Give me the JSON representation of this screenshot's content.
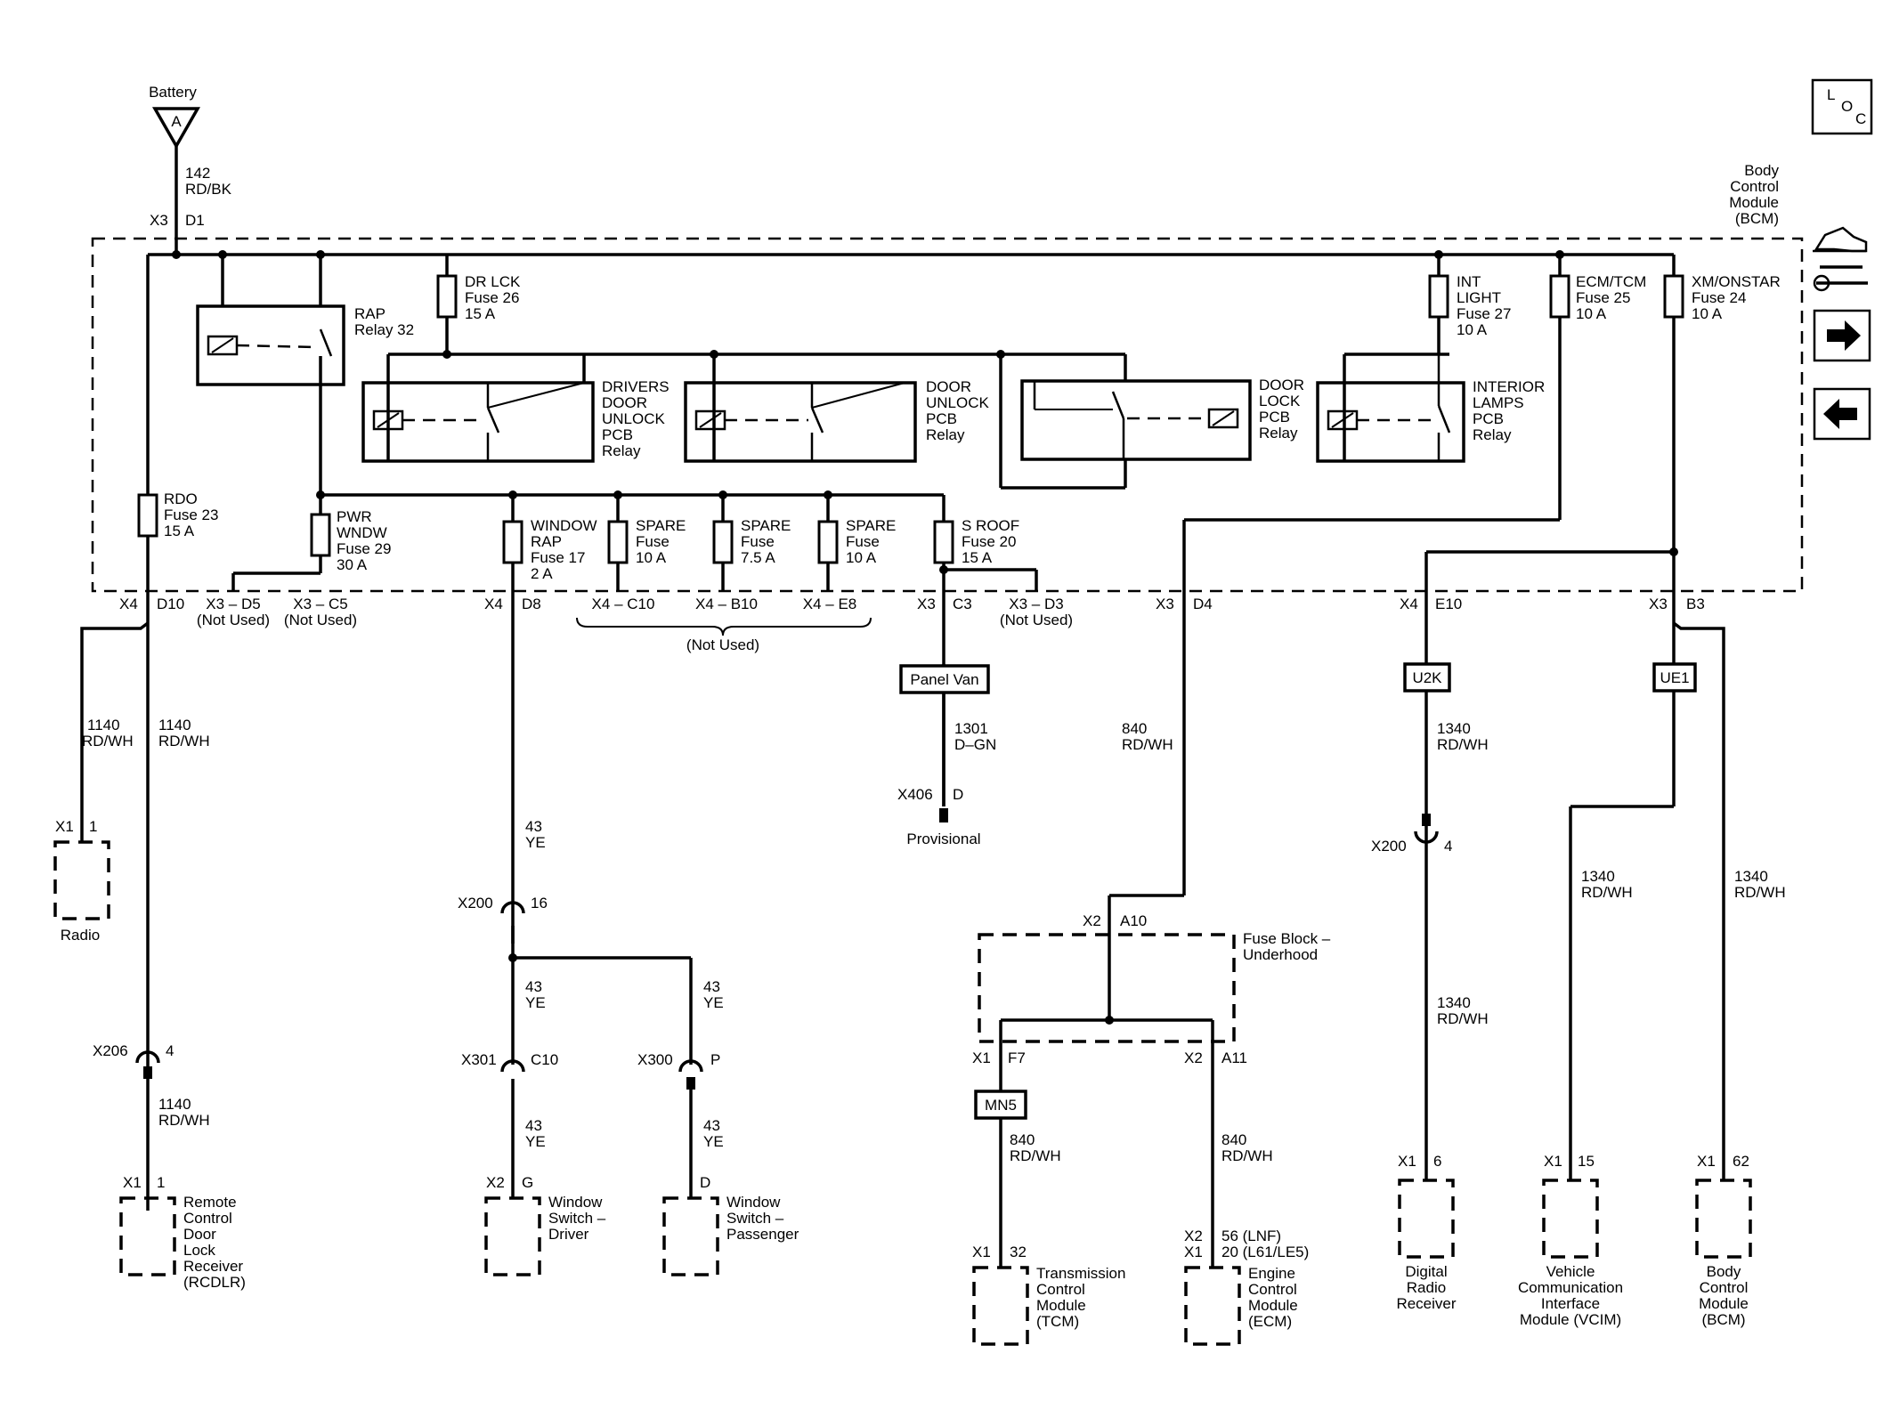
{
  "battery": {
    "label": "Battery",
    "letter": "A",
    "wire_num": "142",
    "wire_color": "RD/BK",
    "conn": "X3",
    "pin": "D1"
  },
  "bcm_title": [
    "Body",
    "Control",
    "Module",
    "(BCM)"
  ],
  "loc": {
    "l": "L",
    "o": "O",
    "c": "C"
  },
  "rap_relay": [
    "RAP",
    "Relay 32"
  ],
  "fuses": {
    "dr_lck": [
      "DR LCK",
      "Fuse 26",
      "15 A"
    ],
    "int_light": [
      "INT",
      "LIGHT",
      "Fuse 27",
      "10 A"
    ],
    "ecm_tcm": [
      "ECM/TCM",
      "Fuse 25",
      "10 A"
    ],
    "xm_onstar": [
      "XM/ONSTAR",
      "Fuse 24",
      "10 A"
    ],
    "rdo": [
      "RDO",
      "Fuse 23",
      "15 A"
    ],
    "pwr_wndw": [
      "PWR",
      "WNDW",
      "Fuse 29",
      "30 A"
    ],
    "window_rap": [
      "WINDOW",
      "RAP",
      "Fuse 17",
      "2 A"
    ],
    "spare1": [
      "SPARE",
      "Fuse",
      "10 A"
    ],
    "spare2": [
      "SPARE",
      "Fuse",
      "7.5 A"
    ],
    "spare3": [
      "SPARE",
      "Fuse",
      "10 A"
    ],
    "s_roof": [
      "S ROOF",
      "Fuse 20",
      "15 A"
    ]
  },
  "relays": {
    "drivers_unlock": [
      "DRIVERS",
      "DOOR",
      "UNLOCK",
      "PCB",
      "Relay"
    ],
    "door_unlock": [
      "DOOR",
      "UNLOCK",
      "PCB",
      "Relay"
    ],
    "door_lock": [
      "DOOR",
      "LOCK",
      "PCB",
      "Relay"
    ],
    "interior_lamps": [
      "INTERIOR",
      "LAMPS",
      "PCB",
      "Relay"
    ]
  },
  "bcm_pins": {
    "x4_d10": [
      "X4",
      "D10"
    ],
    "x3_d5": [
      "X3 – D5",
      "(Not Used)"
    ],
    "x3_c5": [
      "X3 – C5",
      "(Not Used)"
    ],
    "x4_d8": [
      "X4",
      "D8"
    ],
    "x4_c10": "X4 – C10",
    "x4_b10": "X4 – B10",
    "x4_e8": "X4 – E8",
    "spare_not_used": "(Not Used)",
    "x3_c3": [
      "X3",
      "C3"
    ],
    "x3_d3": [
      "X3 – D3",
      "(Not Used)"
    ],
    "x3_d4": [
      "X3",
      "D4"
    ],
    "x4_e10": [
      "X4",
      "E10"
    ],
    "x3_b3": [
      "X3",
      "B3"
    ]
  },
  "options": {
    "panel_van": "Panel Van",
    "u2k": "U2K",
    "ue1": "UE1",
    "mn5": "MN5"
  },
  "wires": {
    "w1140a": [
      "1140",
      "RD/WH"
    ],
    "w1140b": [
      "1140",
      "RD/WH"
    ],
    "w1140c": [
      "1140",
      "RD/WH"
    ],
    "w43a": [
      "43",
      "YE"
    ],
    "w43b": [
      "43",
      "YE"
    ],
    "w43c": [
      "43",
      "YE"
    ],
    "w43d": [
      "43",
      "YE"
    ],
    "w43e": [
      "43",
      "YE"
    ],
    "w1301": [
      "1301",
      "D–GN"
    ],
    "w840a": [
      "840",
      "RD/WH"
    ],
    "w840b": [
      "840",
      "RD/WH"
    ],
    "w840c": [
      "840",
      "RD/WH"
    ],
    "w1340a": [
      "1340",
      "RD/WH"
    ],
    "w1340b": [
      "1340",
      "RD/WH"
    ],
    "w1340c": [
      "1340",
      "RD/WH"
    ],
    "w1340d": [
      "1340",
      "RD/WH"
    ]
  },
  "connectors": {
    "radio_conn": [
      "X1",
      "1"
    ],
    "x206": [
      "X206",
      "4"
    ],
    "rcdlr_conn": [
      "X1",
      "1"
    ],
    "x200a": [
      "X200",
      "16"
    ],
    "x301": [
      "X301",
      "C10"
    ],
    "x300": [
      "X300",
      "P"
    ],
    "wsd_conn": [
      "X2",
      "G"
    ],
    "wsp_conn": [
      "D"
    ],
    "x406": [
      "X406",
      "D"
    ],
    "fb_in": [
      "X2",
      "A10"
    ],
    "fb_out1": [
      "X1",
      "F7"
    ],
    "fb_out2": [
      "X2",
      "A11"
    ],
    "tcm_conn": [
      "X1",
      "32"
    ],
    "ecm_conn": [
      "X2",
      "56 (LNF)",
      "X1",
      "20 (L61/LE5)"
    ],
    "x200b": [
      "X200",
      "4"
    ],
    "drr_conn": [
      "X1",
      "6"
    ],
    "vcim_conn": [
      "X1",
      "15"
    ],
    "bcm2_conn": [
      "X1",
      "62"
    ]
  },
  "components": {
    "radio": [
      "Radio"
    ],
    "rcdlr": [
      "Remote",
      "Control",
      "Door",
      "Lock",
      "Receiver",
      "(RCDLR)"
    ],
    "wsd": [
      "Window",
      "Switch –",
      "Driver"
    ],
    "wsp": [
      "Window",
      "Switch –",
      "Passenger"
    ],
    "provisional": [
      "Provisional"
    ],
    "fuse_block": [
      "Fuse Block –",
      "Underhood"
    ],
    "tcm": [
      "Transmission",
      "Control",
      "Module",
      "(TCM)"
    ],
    "ecm": [
      "Engine",
      "Control",
      "Module",
      "(ECM)"
    ],
    "drr": [
      "Digital",
      "Radio",
      "Receiver"
    ],
    "vcim": [
      "Vehicle",
      "Communication",
      "Interface",
      "Module (VCIM)"
    ],
    "bcm2": [
      "Body",
      "Control",
      "Module",
      "(BCM)"
    ]
  }
}
